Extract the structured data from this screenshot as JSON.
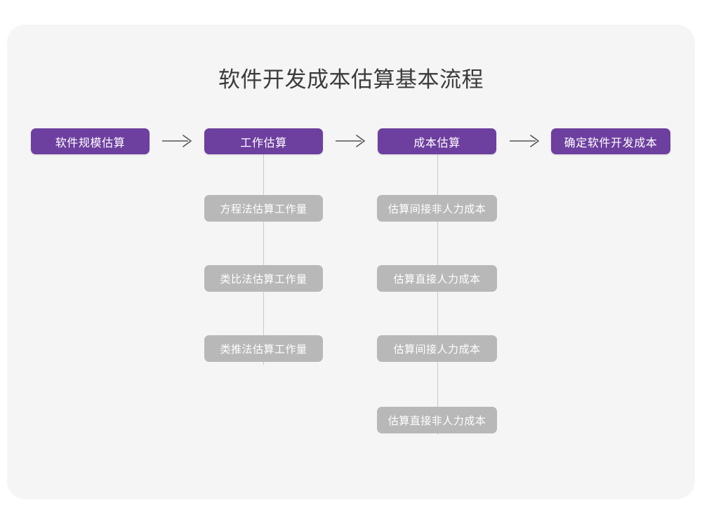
{
  "chart_data": {
    "type": "diagram",
    "title": "软件开发成本估算基本流程",
    "layout": "horizontal-flow-with-vertical-substeps",
    "stages": [
      {
        "label": "软件规模估算",
        "substeps": []
      },
      {
        "label": "工作估算",
        "substeps": [
          "方程法估算工作量",
          "类比法估算工作量",
          "类推法估算工作量"
        ]
      },
      {
        "label": "成本估算",
        "substeps": [
          "估算间接非人力成本",
          "估算直接人力成本",
          "估算间接人力成本",
          "估算直接非人力成本"
        ]
      },
      {
        "label": "确定软件开发成本",
        "substeps": []
      }
    ],
    "connectors": [
      {
        "type": "arrow",
        "from": "软件规模估算",
        "to": "工作估算"
      },
      {
        "type": "arrow",
        "from": "工作估算",
        "to": "成本估算"
      },
      {
        "type": "arrow",
        "from": "成本估算",
        "to": "确定软件开发成本"
      }
    ],
    "colors": {
      "stage_fill": "#6d3f9f",
      "substep_fill": "#b8b8b8",
      "node_text": "#ffffff",
      "title_text": "#3b3b3b",
      "card_background": "#f5f5f5",
      "page_background": "#ffffff",
      "connector_line": "#c9c9c9",
      "arrow": "#555555"
    }
  }
}
